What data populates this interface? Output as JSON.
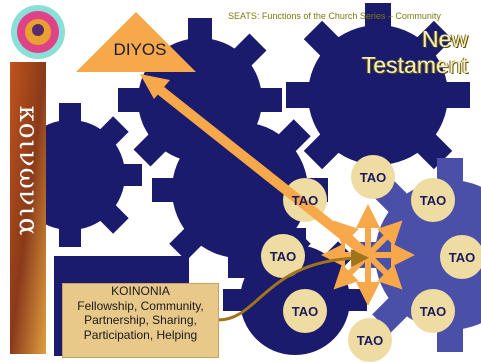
{
  "header": {
    "series_title": "SEATS: Functions of the Church Series – Community",
    "section_title_line1": "New",
    "section_title_line2": "Testament"
  },
  "diagram": {
    "top_node": "DIYOS",
    "side_banner": "κοινωνια",
    "people_label": "TAO",
    "koinonia_box": {
      "title": "KOINONIA",
      "line1": "Fellowship, Community,",
      "line2": "Partnership, Sharing,",
      "line3": "Participation, Helping"
    }
  },
  "colors": {
    "gear": "#1b1b6e",
    "gear_light": "#4a4fa8",
    "arrow": "#f6a84a",
    "triangle": "#f6a84a",
    "koinonia_box": "#e8c98a",
    "tao_circle": "#efdca3",
    "curved_arrow": "#a0741c"
  }
}
